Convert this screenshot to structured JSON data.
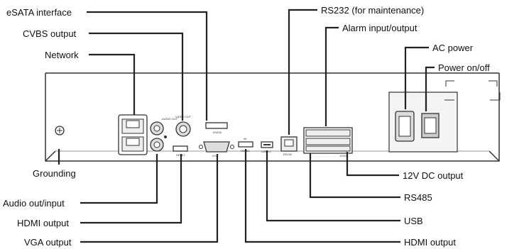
{
  "labels": {
    "esata": "eSATA interface",
    "cvbs": "CVBS output",
    "network": "Network",
    "grounding": "Grounding",
    "audio": "Audio out/input",
    "hdmi_left": "HDMI output",
    "vga": "VGA output",
    "rs232": "RS232 (for maintenance)",
    "alarm": "Alarm input/output",
    "ac_power": "AC power",
    "power_switch": "Power on/off",
    "dc12v": "12V DC output",
    "rs485": "RS485",
    "usb": "USB",
    "hdmi_right": "HDMI output"
  },
  "panel_marks": {
    "audio_out": "AUDIO OUT",
    "video_out": "VIDEO OUT",
    "esata": "eSATA",
    "hdmi1": "HDMI1",
    "vga": "VGA",
    "fourk": "4K",
    "hdmi2": "HDMI2",
    "usb": "USB3.0",
    "rs232": "RS232",
    "dc12v": "12VDC"
  }
}
